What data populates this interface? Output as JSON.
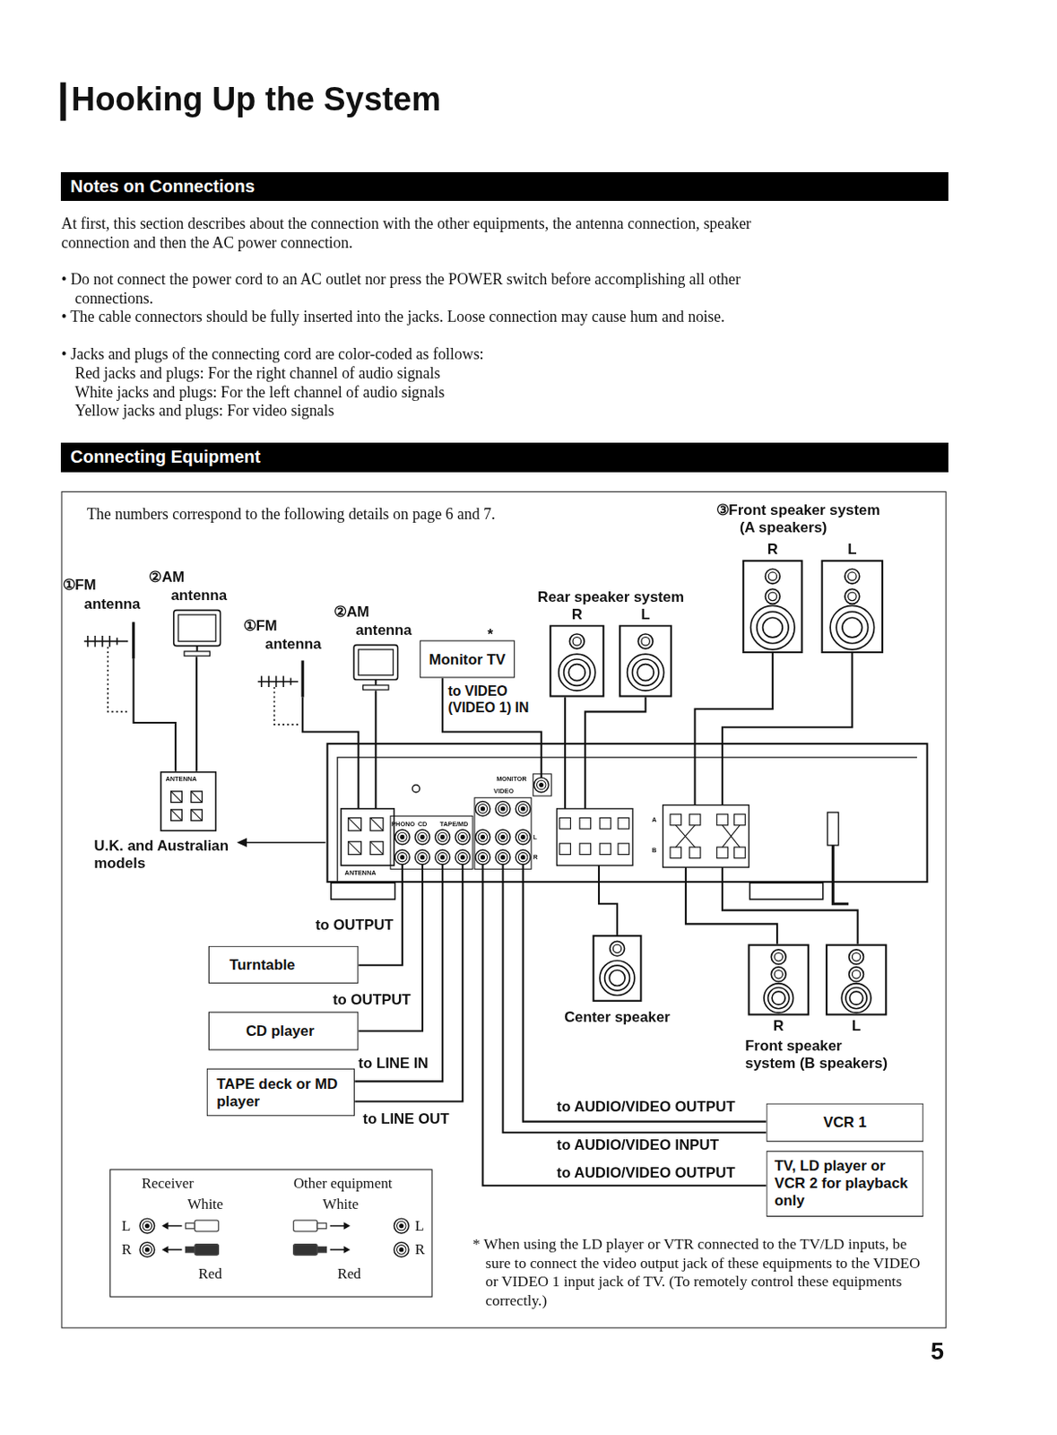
{
  "diagram": {
    "title": "Hooking Up the System",
    "nodes": [
      {
        "text": [
          "Notes on Connections"
        ]
      },
      {
        "text": [
          "Connecting Equipment"
        ]
      },
      {
        "text": [
          "The numbers correspond to the following details on page 6 and 7."
        ]
      },
      {
        "text": [
          "②AM antenna"
        ],
        "in": 2
      },
      {
        "text": [
          "ANTENNA"
        ],
        "in": 2
      },
      {
        "text": [
          "②AM antenna"
        ],
        "in": 2
      },
      {
        "text": [
          "Monitor TV"
        ],
        "in": 2
      },
      {
        "text": [
          "R"
        ],
        "in": 2
      },
      {
        "text": [
          "L"
        ],
        "in": 2
      },
      {
        "text": [
          "R"
        ],
        "in": 2
      },
      {
        "text": [
          "L"
        ],
        "in": 2
      },
      {
        "text": [
          "ANTENNA",
          "PHONO",
          "CD",
          "TAPE/MD",
          "VIDEO",
          "MONITOR",
          "L",
          "R",
          "A",
          "B"
        ],
        "in": 2
      },
      {
        "text": [
          "Turntable"
        ],
        "in": 2
      },
      {
        "text": [
          "CD player"
        ],
        "in": 2
      },
      {
        "text": [
          "Center speaker"
        ],
        "in": 2
      },
      {
        "text": [
          "R"
        ],
        "in": 2
      },
      {
        "text": [
          "L"
        ],
        "in": 2
      },
      {
        "text": [
          "TAPE deck or MD player"
        ],
        "in": 2
      },
      {
        "text": [
          "VCR 1"
        ],
        "in": 2
      },
      {
        "text": [
          "TV, LD player or VCR 2 for playback only"
        ],
        "in": 2
      },
      {
        "text": [
          "Receiver",
          "White",
          "L",
          "R",
          "Red",
          "Other equipment",
          "White",
          "L",
          "R",
          "Red"
        ],
        "in": 2
      }
    ],
    "edges": [
      {
        "from": 3,
        "to": 4,
        "arrow": "none"
      },
      {
        "from": 5,
        "to": 11,
        "arrow": "none"
      },
      {
        "from": 6,
        "to": 11,
        "label": "to VIDEO (VIDEO 1) IN",
        "arrow": "none"
      },
      {
        "from": 7,
        "to": 11,
        "arrow": "none"
      },
      {
        "from": 8,
        "to": 11,
        "arrow": "none"
      },
      {
        "from": 9,
        "to": 11,
        "arrow": "none"
      },
      {
        "from": 10,
        "to": 11,
        "arrow": "none"
      },
      {
        "from": 12,
        "to": 11,
        "label": "to OUTPUT",
        "arrow": "none"
      },
      {
        "from": 13,
        "to": 11,
        "label": "to OUTPUT",
        "arrow": "none"
      },
      {
        "from": 17,
        "to": 11,
        "label": "to LINE IN",
        "arrow": "none"
      },
      {
        "from": 17,
        "to": 11,
        "label": "to LINE OUT",
        "arrow": "none"
      },
      {
        "from": 14,
        "to": 11,
        "arrow": "none"
      },
      {
        "from": 15,
        "to": 11,
        "arrow": "none"
      },
      {
        "from": 16,
        "to": 11,
        "arrow": "none"
      },
      {
        "from": 18,
        "to": 11,
        "label": "to AUDIO/VIDEO OUTPUT",
        "arrow": "none"
      },
      {
        "from": 18,
        "to": 11,
        "label": "to AUDIO/VIDEO INPUT",
        "arrow": "none"
      },
      {
        "from": 19,
        "to": 11,
        "label": "to AUDIO/VIDEO OUTPUT",
        "arrow": "none"
      }
    ],
    "labels": [
      "At first, this section describes about the connection with the other equipments, the antenna connection, speaker connection and then the AC power connection.",
      "• Do not connect the power cord to an AC outlet nor press the POWER switch before accomplishing all other connections.",
      "• The cable connectors should be fully inserted into the jacks. Loose connection may cause hum and noise.",
      "• Jacks and plugs of the connecting cord are color-coded as follows:",
      "Red jacks and plugs: For the right channel of audio signals",
      "White jacks and plugs: For the left channel of audio signals",
      "Yellow jacks and plugs: For video signals",
      "③Front speaker system (A speakers)",
      "①FM antenna",
      "①FM antenna",
      "*",
      "Rear speaker system",
      "U.K. and Australian models",
      "Front speaker system (B speakers)",
      "* When using the LD player or VTR connected to the TV/LD inputs, be sure to connect the video output jack of these equipments to the VIDEO or VIDEO 1 input jack of TV. (To remotely control these equipments correctly.)",
      "5"
    ]
  }
}
